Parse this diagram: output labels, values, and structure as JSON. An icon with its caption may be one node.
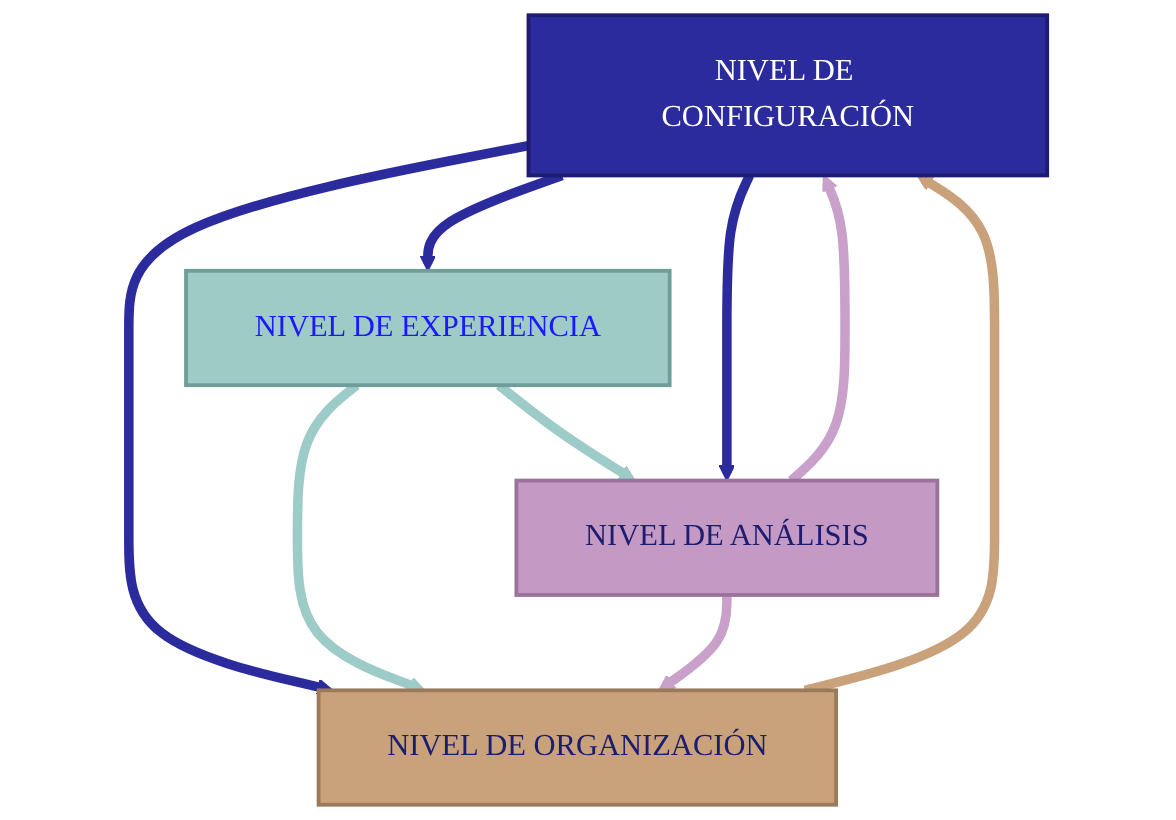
{
  "diagram": {
    "nodes": [
      {
        "text": [
          "NIVEL DE CONFIGURACIÓN"
        ]
      },
      {
        "text": [
          "NIVEL DE EXPERIENCIA"
        ]
      },
      {
        "text": [
          "NIVEL DE ANÁLISIS"
        ]
      },
      {
        "text": [
          "NIVEL DE ORGANIZACIÓN"
        ]
      }
    ],
    "edges": [
      {
        "from": 0,
        "to": 3,
        "arrow": "to"
      },
      {
        "from": 3,
        "to": 0,
        "arrow": "to",
        "color": "#c9a27c"
      },
      {
        "from": 0,
        "to": 1,
        "arrow": "to"
      },
      {
        "from": 1,
        "to": 3,
        "arrow": "to",
        "color": "#9ccbc8"
      },
      {
        "from": 1,
        "to": 2,
        "arrow": "to",
        "color": "#9ccbc8"
      },
      {
        "from": 2,
        "to": 3,
        "arrow": "to",
        "color": "#c9a0c9"
      },
      {
        "from": 2,
        "to": 0,
        "arrow": "to",
        "color": "#c9a0c9"
      },
      {
        "from": 0,
        "to": 2,
        "arrow": "to"
      }
    ]
  }
}
